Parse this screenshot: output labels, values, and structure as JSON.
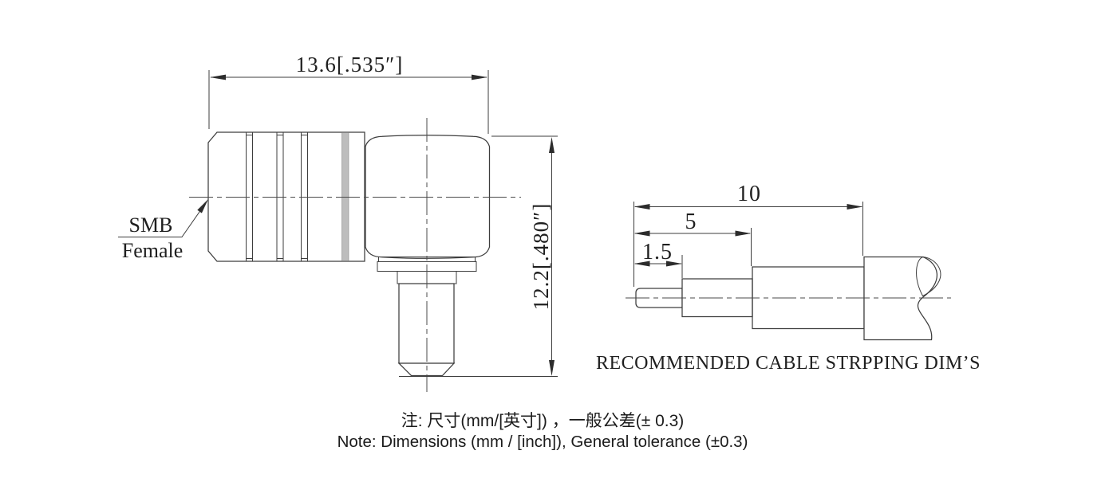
{
  "left_view": {
    "part_label": {
      "line1": "SMB",
      "line2": "Female"
    },
    "dims": {
      "width": "13.6[.535″]",
      "height": "12.2[.480″]"
    }
  },
  "right_view": {
    "dims": {
      "overall": "10",
      "mid": "5",
      "tip": "1.5"
    },
    "caption": "RECOMMENDED CABLE STRPPING DIM’S"
  },
  "notes": {
    "zh": "注: 尺寸(mm/[英寸]) ，一般公差(± 0.3)",
    "en": "Note: Dimensions (mm / [inch]), General tolerance (±0.3)"
  },
  "colors": {
    "line": "#3d3d3d",
    "text": "#1f1f1f",
    "shade_band": "#bdbdbd",
    "background": "#ffffff"
  }
}
